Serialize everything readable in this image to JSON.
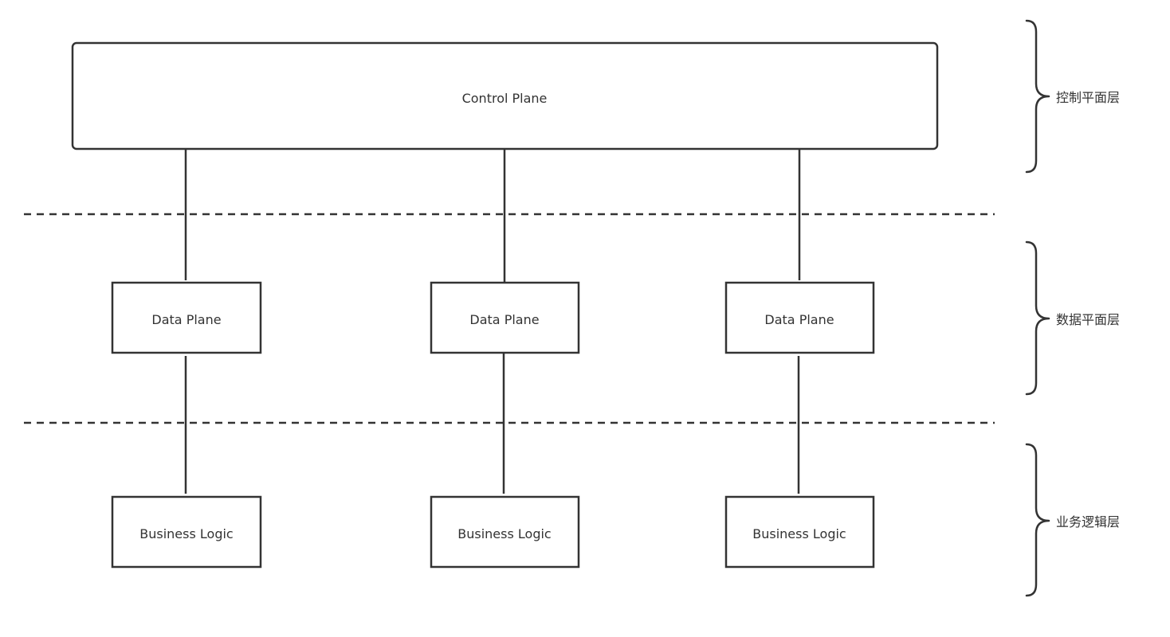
{
  "diagram": {
    "control_plane": {
      "label": "Control Plane"
    },
    "data_planes": [
      {
        "label": "Data Plane"
      },
      {
        "label": "Data Plane"
      },
      {
        "label": "Data Plane"
      }
    ],
    "business_logic": [
      {
        "label": "Business Logic"
      },
      {
        "label": "Business Logic"
      },
      {
        "label": "Business Logic"
      }
    ],
    "layers": [
      {
        "label": "控制平面层"
      },
      {
        "label": "数据平面层"
      },
      {
        "label": "业务逻辑层"
      }
    ]
  },
  "colors": {
    "stroke": "#333333",
    "text": "#333333",
    "background": "#ffffff"
  }
}
